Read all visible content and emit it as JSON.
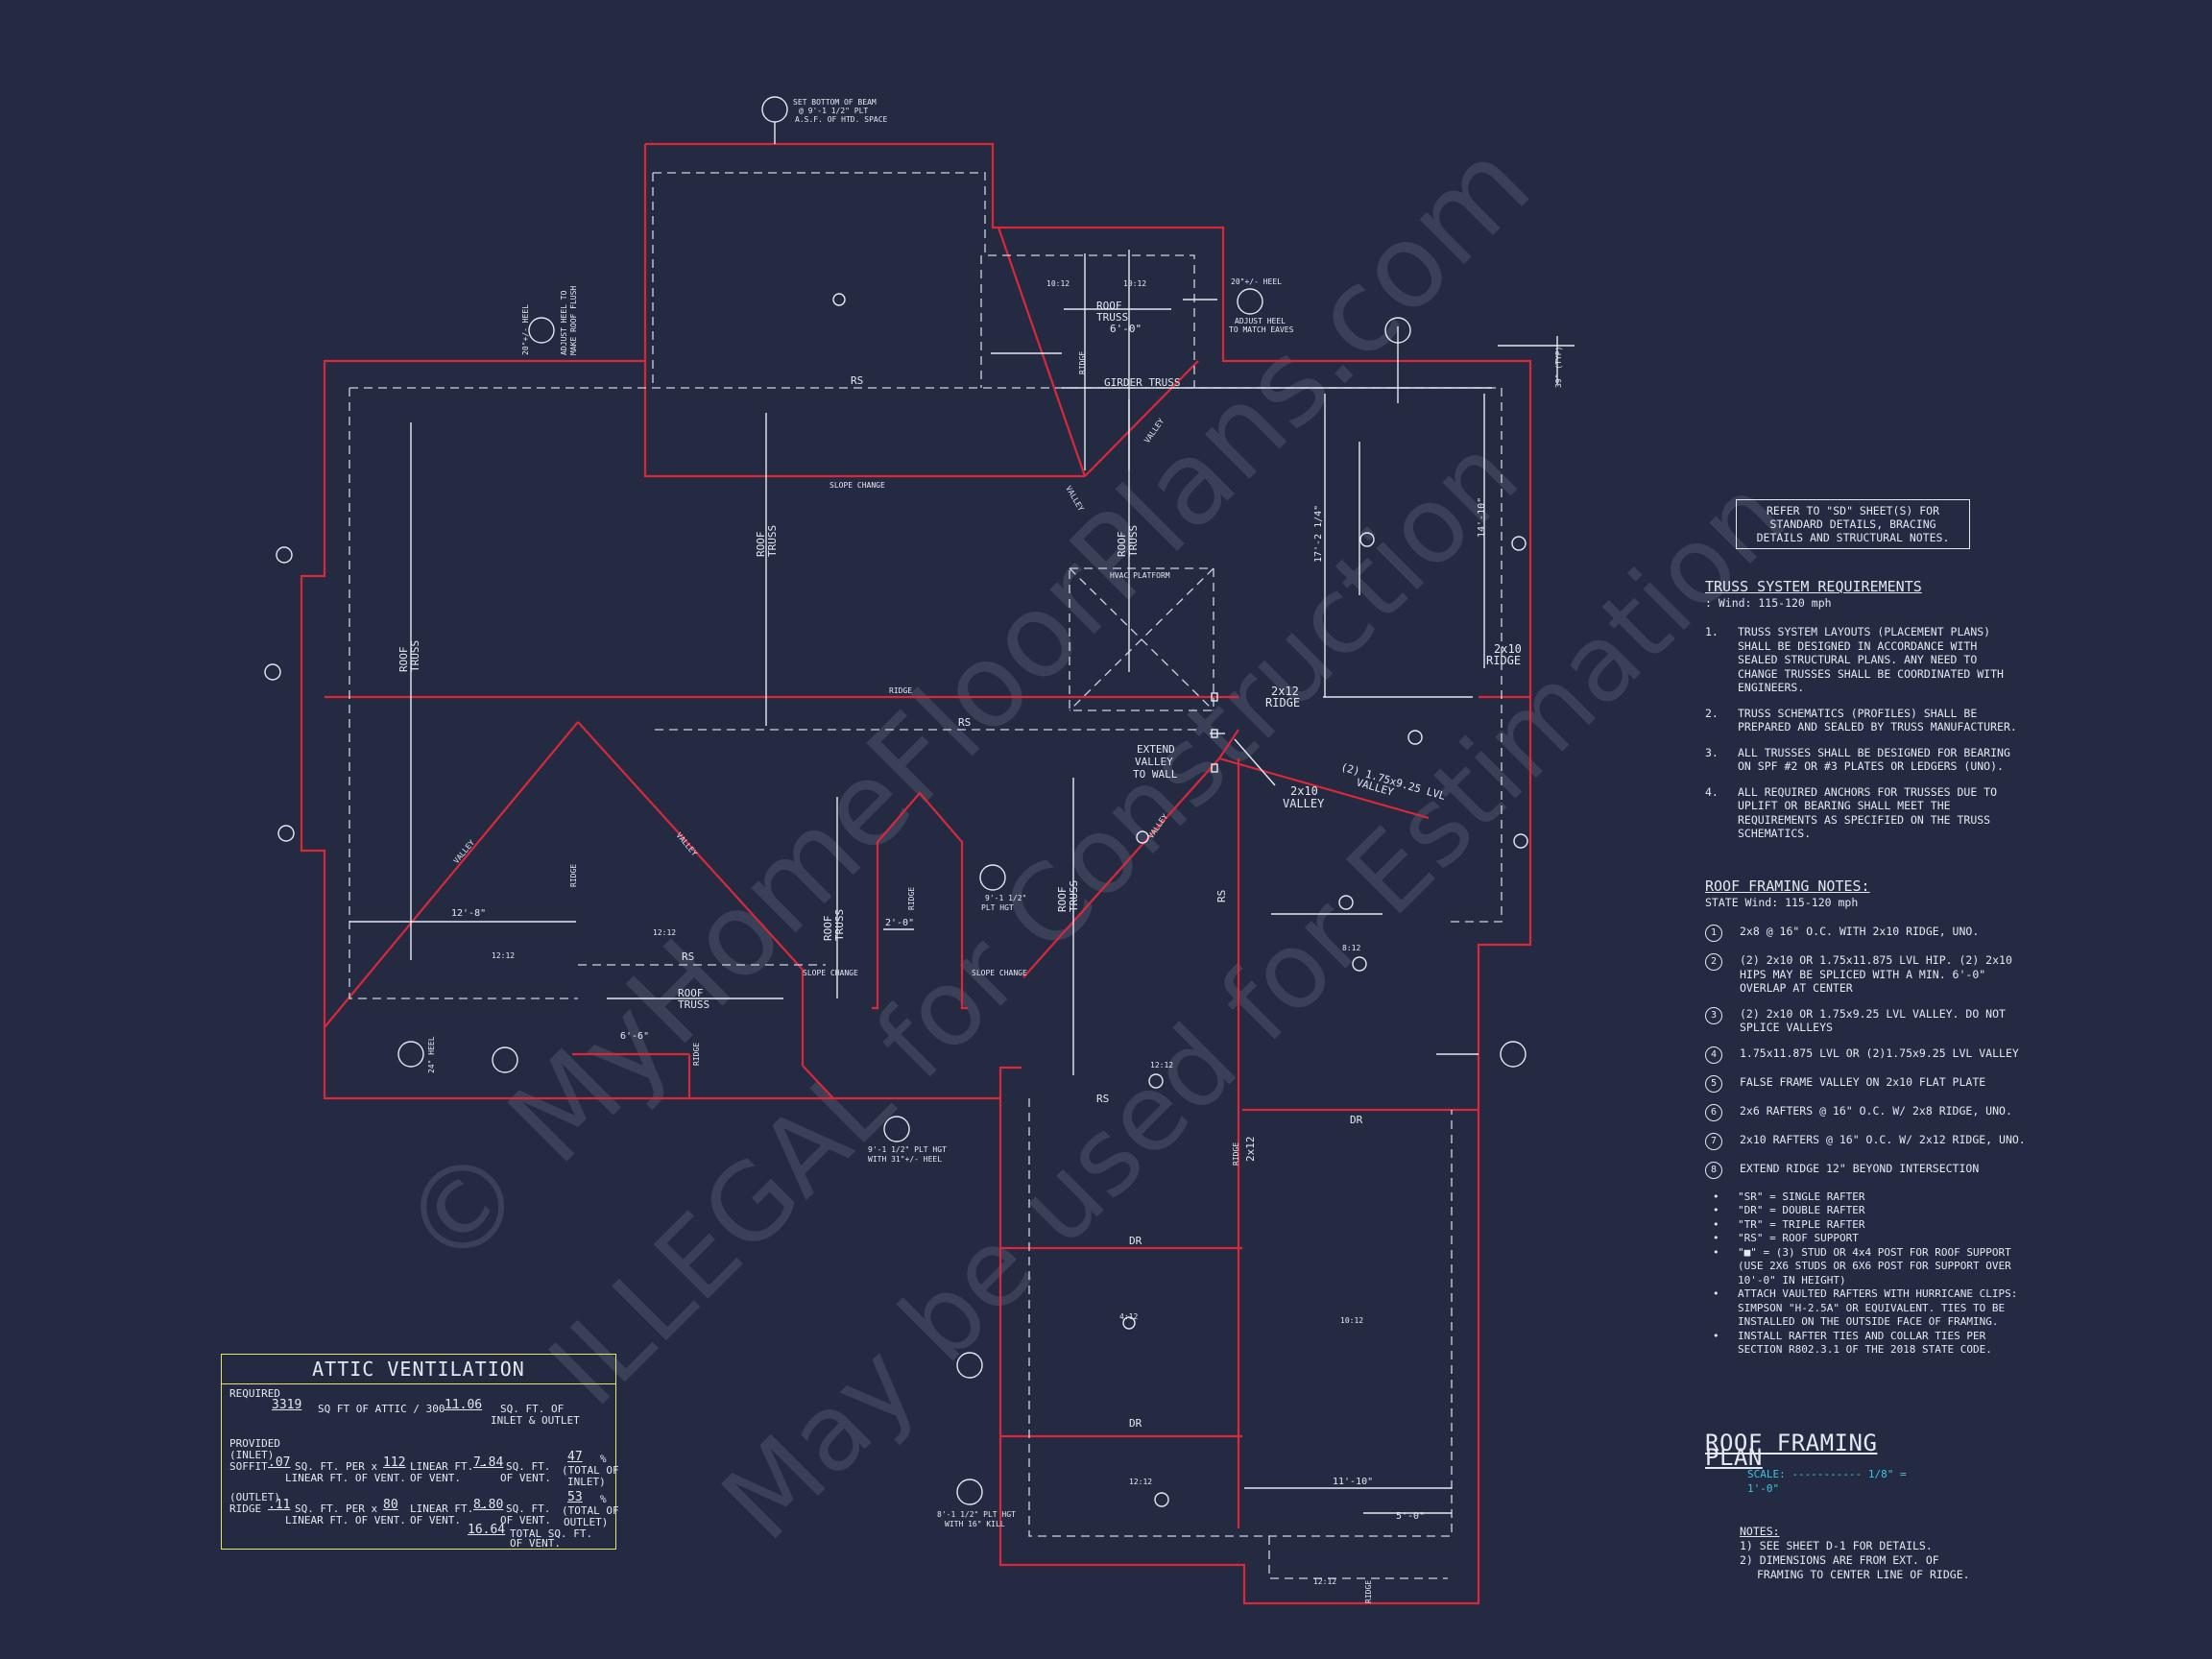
{
  "watermarks": [
    "© MyHomeFloorPlans.com",
    "ILLEGAL for Construction",
    "May be used for Estimation"
  ],
  "colors": {
    "background": "#232a42",
    "wall_lines": "#d8283a",
    "linework": "#e6e8f0",
    "attic_box": "#e8e36a",
    "scale_text": "#35c9e0"
  },
  "plan_labels": {
    "set_bottom_beam": "SET BOTTOM OF BEAM",
    "set_bottom_beam_2": "@ 9'-1 1/2\" PLT",
    "set_bottom_beam_3": "A.S.F. OF HTD. SPACE",
    "heel_20": "20\"+/- HEEL",
    "adjust_heel": "ADJUST HEEL",
    "to_match_eaves": "TO MATCH EAVES",
    "heel_left_1": "20\"+/- HEEL",
    "heel_left_2": "ADJUST HEEL TO",
    "heel_left_3": "MAKE ROOF FLUSH",
    "rs": "RS",
    "slope_change": "SLOPE CHANGE",
    "girder_truss": "GIRDER TRUSS",
    "roof_truss": "ROOF",
    "truss": "TRUSS",
    "dim_6_0": "6'-0\"",
    "valley": "VALLEY",
    "ridge": "RIDGE",
    "hvac": "HVAC PLATFORM",
    "ridge_2x12": "2x12",
    "ridge_2x12b": "RIDGE",
    "ridge_2x10": "2x10",
    "ridge_2x10b": "RIDGE",
    "extend1": "EXTEND",
    "extend2": "VALLEY",
    "extend3": "TO WALL",
    "valley_2x10a": "2x10",
    "valley_2x10b": "VALLEY",
    "lvl_valley_a": "(2) 1.75x9.25 LVL",
    "lvl_valley_b": "VALLEY",
    "dim_17_2": "17'-2 1/4\"",
    "dim_14_10": "14'-10\"",
    "dim_12_8": "12'-8\"",
    "dim_6_6": "6'-6\"",
    "dim_2_0": "2'-0\"",
    "dim_11_10": "11'-10\"",
    "dim_5_0": "5'-0\"",
    "dr": "DR",
    "pitch_10_12": "10:12",
    "pitch_12_12": "12:12",
    "pitch_8_12": "8:12",
    "pitch_4_12": "4:12",
    "plt_hgt": "9'-1 1/2\"",
    "plt_hgt_b": "PLT HGT",
    "plt_hgt2": "9'-1 1/2\" PLT HGT",
    "plt_hgt2b": "WITH 31\"+/- HEEL",
    "plt_hgt3": "8'-1 1/2\" PLT HGT",
    "plt_hgt3b": "WITH 16\" KILL",
    "heel_24": "24\" HEEL",
    "dim_39": "39\" (TYP)"
  },
  "reference_note": [
    "REFER TO \"SD\" SHEET(S) FOR",
    "STANDARD DETAILS, BRACING",
    "DETAILS AND STRUCTURAL NOTES."
  ],
  "truss_requirements": {
    "heading": "TRUSS SYSTEM REQUIREMENTS",
    "wind": ": Wind: 115-120 mph",
    "items": [
      {
        "n": "1.",
        "text": "TRUSS SYSTEM LAYOUTS (PLACEMENT PLANS) SHALL BE DESIGNED IN ACCORDANCE WITH SEALED STRUCTURAL PLANS. ANY NEED TO CHANGE TRUSSES SHALL BE COORDINATED WITH ENGINEERS."
      },
      {
        "n": "2.",
        "text": "TRUSS SCHEMATICS (PROFILES) SHALL BE PREPARED AND SEALED BY TRUSS MANUFACTURER."
      },
      {
        "n": "3.",
        "text": "ALL TRUSSES SHALL BE DESIGNED FOR BEARING ON SPF #2 OR #3 PLATES OR LEDGERS (UNO)."
      },
      {
        "n": "4.",
        "text": "ALL REQUIRED ANCHORS FOR TRUSSES DUE TO UPLIFT OR BEARING SHALL MEET THE REQUIREMENTS AS SPECIFIED ON THE TRUSS SCHEMATICS."
      }
    ]
  },
  "framing_notes": {
    "heading": "ROOF FRAMING NOTES:",
    "wind": "STATE Wind: 115-120 mph",
    "items": [
      {
        "n": "1",
        "text": "2x8 @ 16\" O.C. WITH 2x10 RIDGE, UNO."
      },
      {
        "n": "2",
        "text": "(2) 2x10 OR 1.75x11.875 LVL HIP. (2) 2x10 HIPS MAY BE SPLICED WITH A MIN. 6'-0\" OVERLAP AT CENTER"
      },
      {
        "n": "3",
        "text": "(2) 2x10 OR 1.75x9.25 LVL VALLEY. DO NOT SPLICE VALLEYS"
      },
      {
        "n": "4",
        "text": "1.75x11.875 LVL OR (2)1.75x9.25 LVL VALLEY"
      },
      {
        "n": "5",
        "text": "FALSE FRAME VALLEY ON 2x10 FLAT PLATE"
      },
      {
        "n": "6",
        "text": "2x6 RAFTERS @ 16\" O.C. W/ 2x8 RIDGE, UNO."
      },
      {
        "n": "7",
        "text": "2x10 RAFTERS @ 16\" O.C. W/ 2x12 RIDGE, UNO."
      },
      {
        "n": "8",
        "text": "EXTEND RIDGE 12\" BEYOND INTERSECTION"
      }
    ],
    "bullets": [
      "\"SR\" = SINGLE RAFTER",
      "\"DR\" = DOUBLE RAFTER",
      "\"TR\" = TRIPLE RAFTER",
      "\"RS\" = ROOF SUPPORT",
      "\"■\" = (3) STUD OR 4x4 POST FOR ROOF SUPPORT (USE 2X6 STUDS OR 6X6 POST FOR SUPPORT OVER 10'-0\" IN HEIGHT)",
      "ATTACH VAULTED RAFTERS WITH HURRICANE CLIPS: SIMPSON \"H-2.5A\" OR EQUIVALENT. TIES TO BE INSTALLED ON THE OUTSIDE FACE OF FRAMING.",
      "INSTALL RAFTER TIES AND COLLAR TIES PER SECTION R802.3.1 OF THE 2018 STATE CODE."
    ]
  },
  "title": {
    "text": "ROOF FRAMING PLAN",
    "scale": "SCALE: ----------- 1/8\" = 1'-0\""
  },
  "bottom_notes": {
    "heading": "NOTES:",
    "line1": "1) SEE SHEET D-1 FOR DETAILS.",
    "line2": "2) DIMENSIONS ARE FROM EXT. OF",
    "line3": "FRAMING TO CENTER LINE OF RIDGE."
  },
  "attic": {
    "title": "ATTIC VENTILATION",
    "required": "REQUIRED",
    "attic_sqft": "3319",
    "req_text": "SQ FT OF ATTIC / 300 =",
    "req_value": "11.06",
    "req_unit1": "SQ. FT. OF",
    "req_unit2": "INLET & OUTLET",
    "provided": "PROVIDED",
    "inlet": "(INLET)",
    "soffit": "SOFFIT",
    "soffit_rate": ".07",
    "per_x": "SQ. FT. PER x",
    "soffit_lf": "112",
    "lf_eq": "LINEAR FT. =",
    "soffit_area": "7.84",
    "sqft": "SQ. FT.",
    "pct_in": "47",
    "pct": "%",
    "lin_vent": "LINEAR FT. OF VENT.",
    "of_vent": "OF VENT.",
    "of_vent2": "OF VENT.",
    "total_of": "(TOTAL OF",
    "inlet_close": "INLET)",
    "outlet": "(OUTLET)",
    "ridge": "RIDGE",
    "ridge_rate": ".11",
    "ridge_lf": "80",
    "ridge_area": "8.80",
    "pct_out": "53",
    "outlet_close": "OUTLET)",
    "total": "16.64",
    "total_text": "TOTAL SQ. FT.",
    "total_unit": "OF VENT."
  }
}
